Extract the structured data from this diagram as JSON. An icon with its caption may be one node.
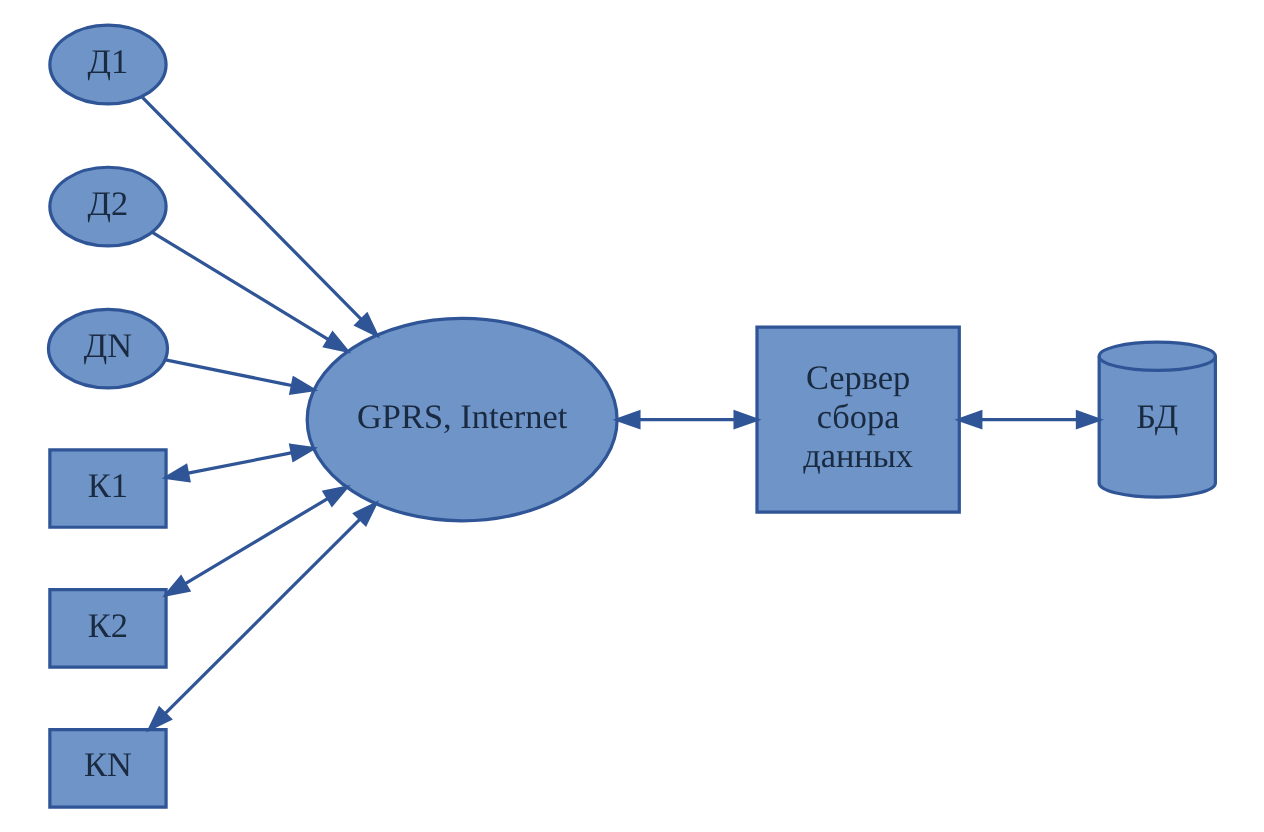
{
  "diagram": {
    "nodes": [
      {
        "text": [
          "Д1"
        ]
      },
      {
        "text": [
          "Д2"
        ]
      },
      {
        "text": [
          "ДN"
        ]
      },
      {
        "text": [
          "GPRS, Internet"
        ]
      },
      {
        "text": [
          "Сервер сбора данных"
        ]
      },
      {
        "text": [
          "БД"
        ]
      },
      {
        "text": [
          "К1"
        ]
      },
      {
        "text": [
          "К2"
        ]
      },
      {
        "text": [
          "КN"
        ]
      }
    ],
    "edges": [
      {
        "from": 0,
        "to": 3,
        "arrow": "to"
      },
      {
        "from": 1,
        "to": 3,
        "arrow": "to"
      },
      {
        "from": 2,
        "to": 3,
        "arrow": "to"
      },
      {
        "from": 3,
        "to": 4,
        "arrow": "both"
      },
      {
        "from": 4,
        "to": 5,
        "arrow": "both"
      },
      {
        "from": 6,
        "to": 3,
        "arrow": "both"
      },
      {
        "from": 7,
        "to": 3,
        "arrow": "both"
      },
      {
        "from": 8,
        "to": 3,
        "arrow": "both"
      }
    ]
  }
}
